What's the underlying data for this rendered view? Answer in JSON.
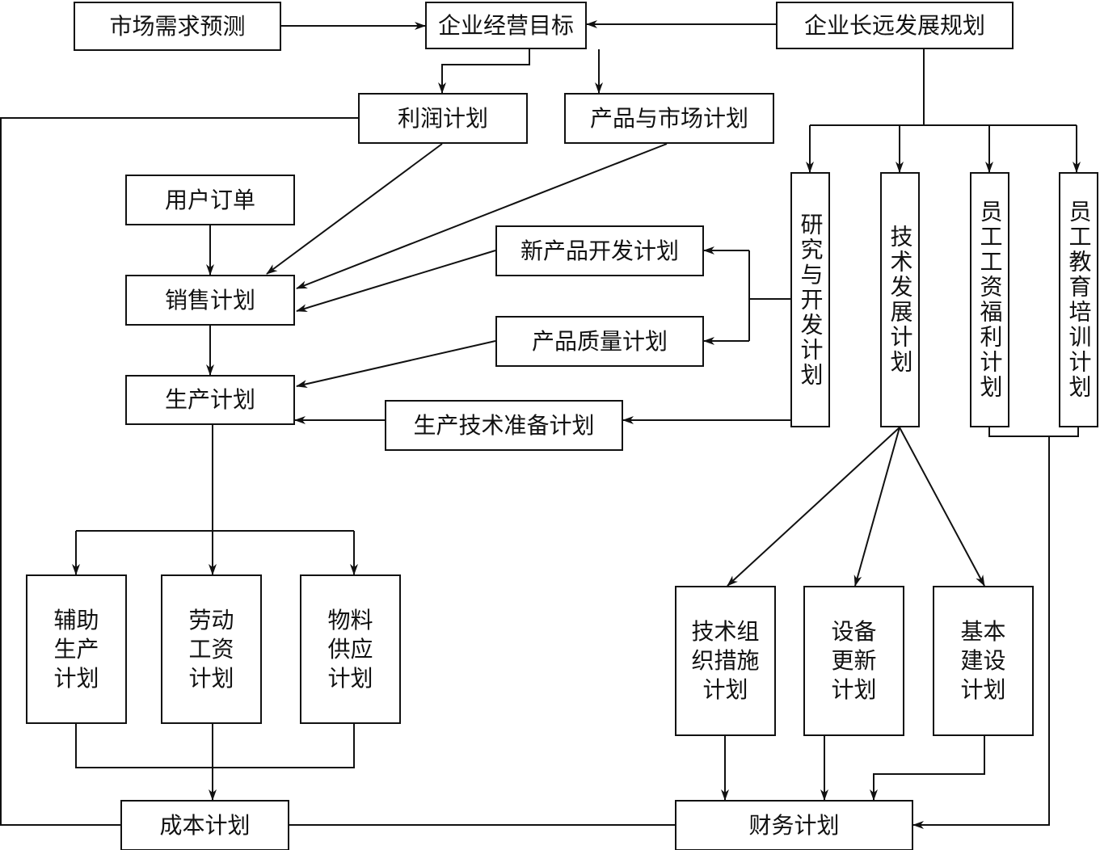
{
  "nodes": {
    "market_forecast": "市场需求预测",
    "business_goals": "企业经营目标",
    "long_term_plan": "企业长远发展规划",
    "profit_plan": "利润计划",
    "product_market_plan": "产品与市场计划",
    "customer_orders": "用户订单",
    "sales_plan": "销售计划",
    "production_plan": "生产计划",
    "new_product_plan": "新产品开发计划",
    "quality_plan": "产品质量计划",
    "prod_tech_prep_plan": "生产技术准备计划",
    "rnd_plan": "研究与开发计划",
    "tech_dev_plan": "技术发展计划",
    "wage_welfare_plan": "员工工资福利计划",
    "training_plan": "员工教育培训计划",
    "aux_production_plan": "辅助生产计划",
    "labor_wage_plan": "劳动工资计划",
    "material_supply_plan": "物料供应计划",
    "tech_org_plan": "技术组织措施计划",
    "equipment_renewal_plan": "设备更新计划",
    "capital_construction_plan": "基本建设计划",
    "cost_plan": "成本计划",
    "finance_plan": "财务计划"
  },
  "colors": {
    "line": "#111111",
    "background": "#ffffff"
  }
}
